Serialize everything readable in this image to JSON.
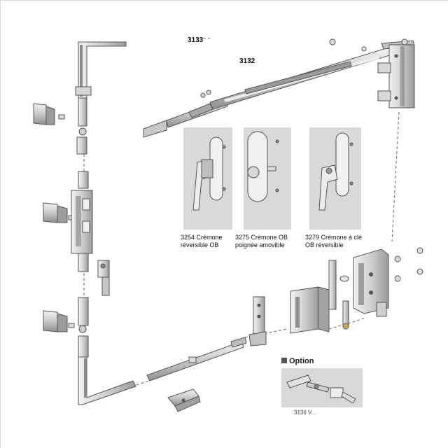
{
  "callouts": {
    "top_partial": "3133",
    "connecting_arm": "3132"
  },
  "handles": [
    {
      "caption_line1": "3254 Crémone",
      "caption_line2": "réversible OB",
      "icon": "cremone-handle-reversible"
    },
    {
      "caption_line1": "3275 Crémone OB",
      "caption_line2": "poignée amovible",
      "icon": "cremone-handle-removable"
    },
    {
      "caption_line1": "3279 Crémone à clé",
      "caption_line2": "OB réversible",
      "icon": "cremone-handle-lockable"
    }
  ],
  "option": {
    "title": "Option",
    "bottom_partial": "3136 V..."
  },
  "colors": {
    "line": "#555555",
    "metal_light": "#e6e6e6",
    "metal_mid": "#bdbdbd",
    "metal_dark": "#8a8a8a",
    "panel_bg": "#d9d9d9",
    "dash": "#666666"
  }
}
